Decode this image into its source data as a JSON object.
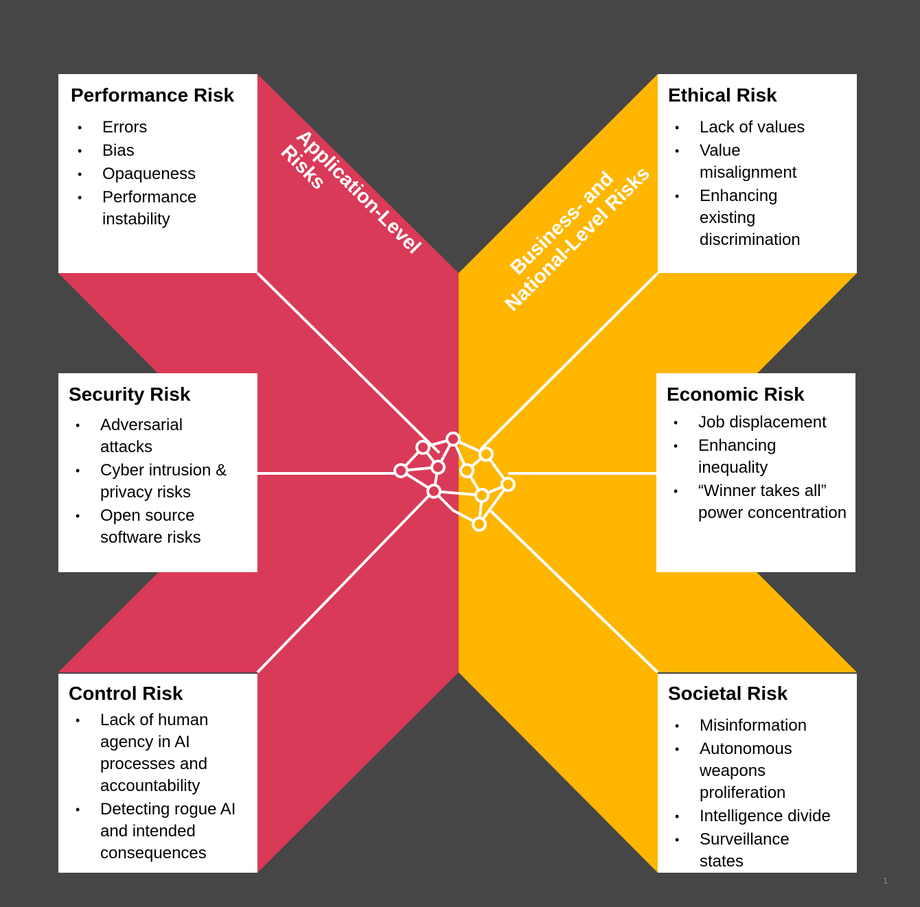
{
  "colors": {
    "background": "#464646",
    "application": "#D93A57",
    "business": "#FFB600",
    "box": "#FFFFFF",
    "lines": "#FFFFFF"
  },
  "labels": {
    "application_line1": "Application-Level",
    "application_line2": "Risks",
    "business_line1": "Business- and",
    "business_line2": "National-Level Risks"
  },
  "boxes": {
    "performance": {
      "title": "Performance Risk",
      "items": [
        "Errors",
        "Bias",
        "Opaqueness",
        "Performance instability"
      ]
    },
    "ethical": {
      "title": "Ethical Risk",
      "items": [
        "Lack of values",
        "Value misalignment",
        "Enhancing existing discrimination"
      ]
    },
    "security": {
      "title": "Security Risk",
      "items": [
        "Adversarial attacks",
        "Cyber intrusion & privacy risks",
        "Open source software risks"
      ]
    },
    "economic": {
      "title": "Economic Risk",
      "items": [
        "Job displacement",
        "Enhancing inequality",
        "“Winner takes all” power concentration"
      ]
    },
    "control": {
      "title": "Control Risk",
      "items": [
        "Lack of human agency in AI processes and accountability",
        "Detecting rogue AI and intended consequences"
      ]
    },
    "societal": {
      "title": "Societal Risk",
      "items": [
        "Misinformation",
        "Autonomous weapons proliferation",
        "Intelligence divide",
        "Surveillance states"
      ]
    }
  },
  "center_icon": "neural-network-brain-icon",
  "page_number": "1"
}
